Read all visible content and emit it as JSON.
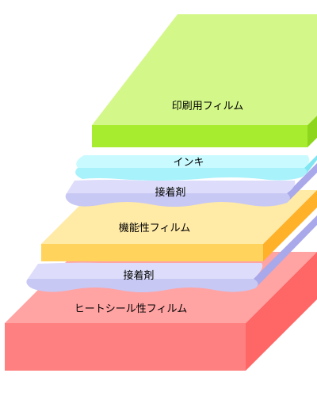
{
  "layers": [
    {
      "id": "print-film",
      "label": "印刷用フィルム",
      "colors": {
        "top": "#D4F78A",
        "front": "#A7EC2E",
        "side": "#8ED61E"
      }
    },
    {
      "id": "ink",
      "label": "インキ",
      "colors": {
        "top": "#C8FAFF",
        "front": "#A8F2FB",
        "side": "#7FE6F2"
      }
    },
    {
      "id": "adhesive-upper",
      "label": "接着剤",
      "colors": {
        "top": "#DDDDFB",
        "front": "#C8C8F4",
        "side": "#A8A8EA"
      }
    },
    {
      "id": "functional-film",
      "label": "機能性フィルム",
      "colors": {
        "top": "#FFEAA6",
        "front": "#FFD35C",
        "side": "#FFB12A"
      }
    },
    {
      "id": "adhesive-lower",
      "label": "接着剤",
      "colors": {
        "top": "#DDDDFB",
        "front": "#C8C8F4",
        "side": "#A8A8EA"
      }
    },
    {
      "id": "heat-seal-film",
      "label": "ヒートシール性フィルム",
      "colors": {
        "top": "#FFA3A3",
        "front": "#FF8080",
        "side": "#FF6666"
      }
    }
  ]
}
